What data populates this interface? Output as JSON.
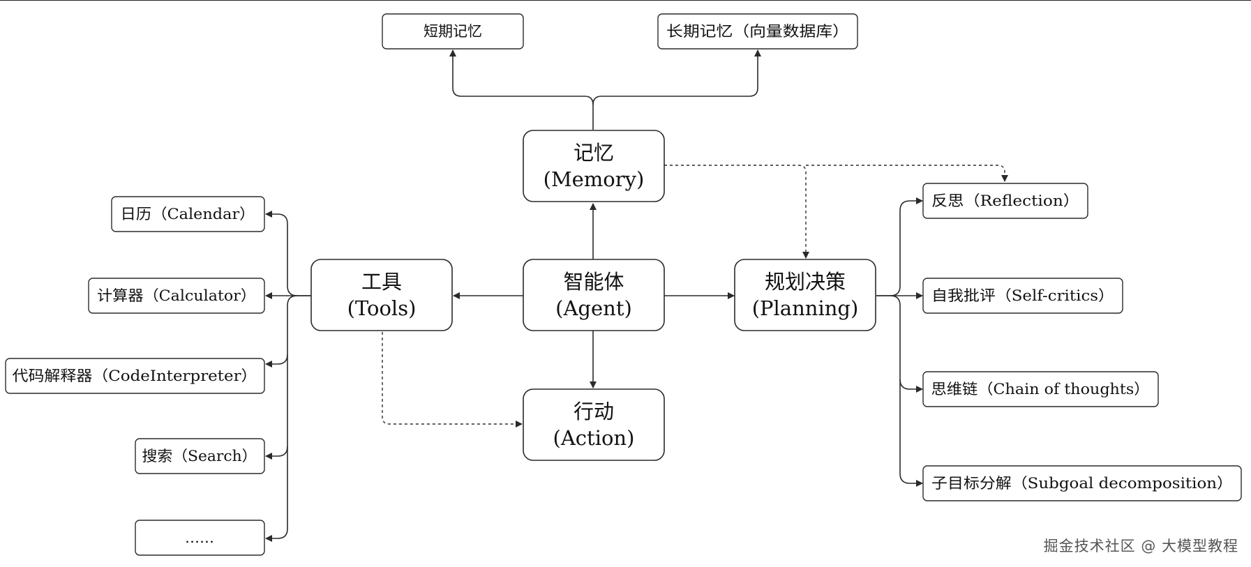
{
  "center": {
    "line1": "智能体",
    "line2": "(Agent)"
  },
  "memory": {
    "line1": "记忆",
    "line2": "(Memory)",
    "short_term": "短期记忆",
    "long_term": "长期记忆（向量数据库）"
  },
  "tools": {
    "line1": "工具",
    "line2": "(Tools)",
    "items": [
      "日历（Calendar）",
      "计算器（Calculator）",
      "代码解释器（CodeInterpreter）",
      "搜索（Search）",
      "……"
    ]
  },
  "planning": {
    "line1": "规划决策",
    "line2": "(Planning)",
    "items": [
      "反思（Reflection）",
      "自我批评（Self-critics）",
      "思维链（Chain of thoughts）",
      "子目标分解（Subgoal decomposition）"
    ]
  },
  "action": {
    "line1": "行动",
    "line2": "(Action)"
  },
  "watermark": "掘金技术社区 @ 大模型教程"
}
